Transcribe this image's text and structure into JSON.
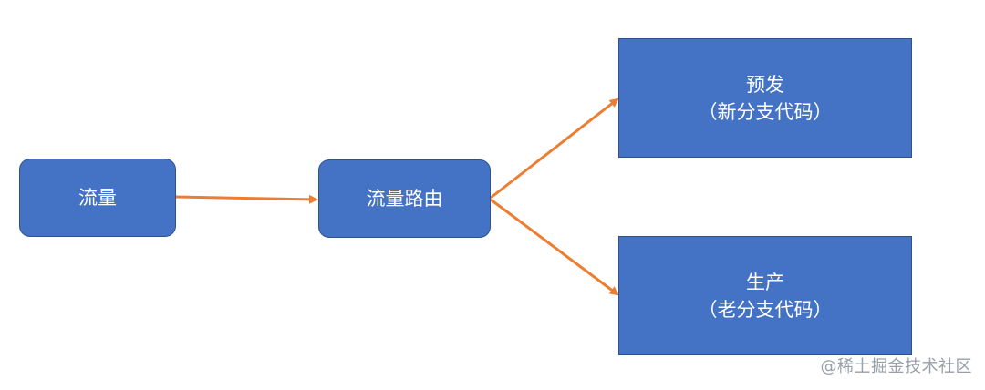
{
  "diagram": {
    "nodes": {
      "traffic": {
        "label": "流量"
      },
      "router": {
        "label": "流量路由"
      },
      "pre": {
        "line1": "预发",
        "line2": "（新分支代码）"
      },
      "prod": {
        "line1": "生产",
        "line2": "（老分支代码）"
      }
    },
    "edges": [
      {
        "from": "traffic",
        "to": "router"
      },
      {
        "from": "router",
        "to": "pre"
      },
      {
        "from": "router",
        "to": "prod"
      }
    ],
    "colors": {
      "node_fill": "#4472c4",
      "node_border": "#2f528f",
      "node_text": "#ffffff",
      "arrow": "#ed7d31"
    }
  },
  "watermark": "@稀土掘金技术社区"
}
